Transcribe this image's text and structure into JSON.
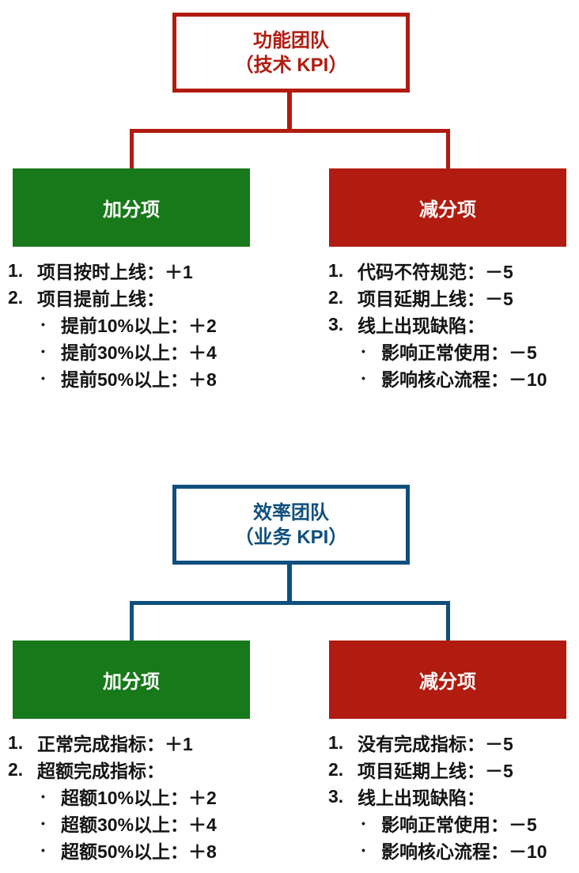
{
  "colors": {
    "accent_red": "#b11b10",
    "accent_blue": "#0e4f7d",
    "plus_box_green": "#17791a",
    "minus_box_red": "#b11b10",
    "list_text": "#141414",
    "box_label_text": "#ffffff"
  },
  "trees": [
    {
      "root": {
        "line1": "功能团队",
        "line2": "（技术 KPI）"
      },
      "plus": {
        "label": "加分项",
        "items": [
          {
            "marker": "1.",
            "text": "项目按时上线：＋1"
          },
          {
            "marker": "2.",
            "text": "项目提前上线："
          },
          {
            "marker": "•",
            "text": "提前10%以上：＋2"
          },
          {
            "marker": "•",
            "text": "提前30%以上：＋4"
          },
          {
            "marker": "•",
            "text": "提前50%以上：＋8"
          }
        ]
      },
      "minus": {
        "label": "减分项",
        "items": [
          {
            "marker": "1.",
            "text": "代码不符规范：－5"
          },
          {
            "marker": "2.",
            "text": "项目延期上线：－5"
          },
          {
            "marker": "3.",
            "text": "线上出现缺陷："
          },
          {
            "marker": "•",
            "text": "影响正常使用：－5"
          },
          {
            "marker": "•",
            "text": "影响核心流程：－10"
          }
        ]
      }
    },
    {
      "root": {
        "line1": "效率团队",
        "line2": "（业务 KPI）"
      },
      "plus": {
        "label": "加分项",
        "items": [
          {
            "marker": "1.",
            "text": "正常完成指标：＋1"
          },
          {
            "marker": "2.",
            "text": "超额完成指标："
          },
          {
            "marker": "•",
            "text": "超额10%以上：＋2"
          },
          {
            "marker": "•",
            "text": "超额30%以上：＋4"
          },
          {
            "marker": "•",
            "text": "超额50%以上：＋8"
          }
        ]
      },
      "minus": {
        "label": "减分项",
        "items": [
          {
            "marker": "1.",
            "text": "没有完成指标：－5"
          },
          {
            "marker": "2.",
            "text": "项目延期上线：－5"
          },
          {
            "marker": "3.",
            "text": "线上出现缺陷："
          },
          {
            "marker": "•",
            "text": "影响正常使用：－5"
          },
          {
            "marker": "•",
            "text": "影响核心流程：－10"
          }
        ]
      }
    }
  ]
}
